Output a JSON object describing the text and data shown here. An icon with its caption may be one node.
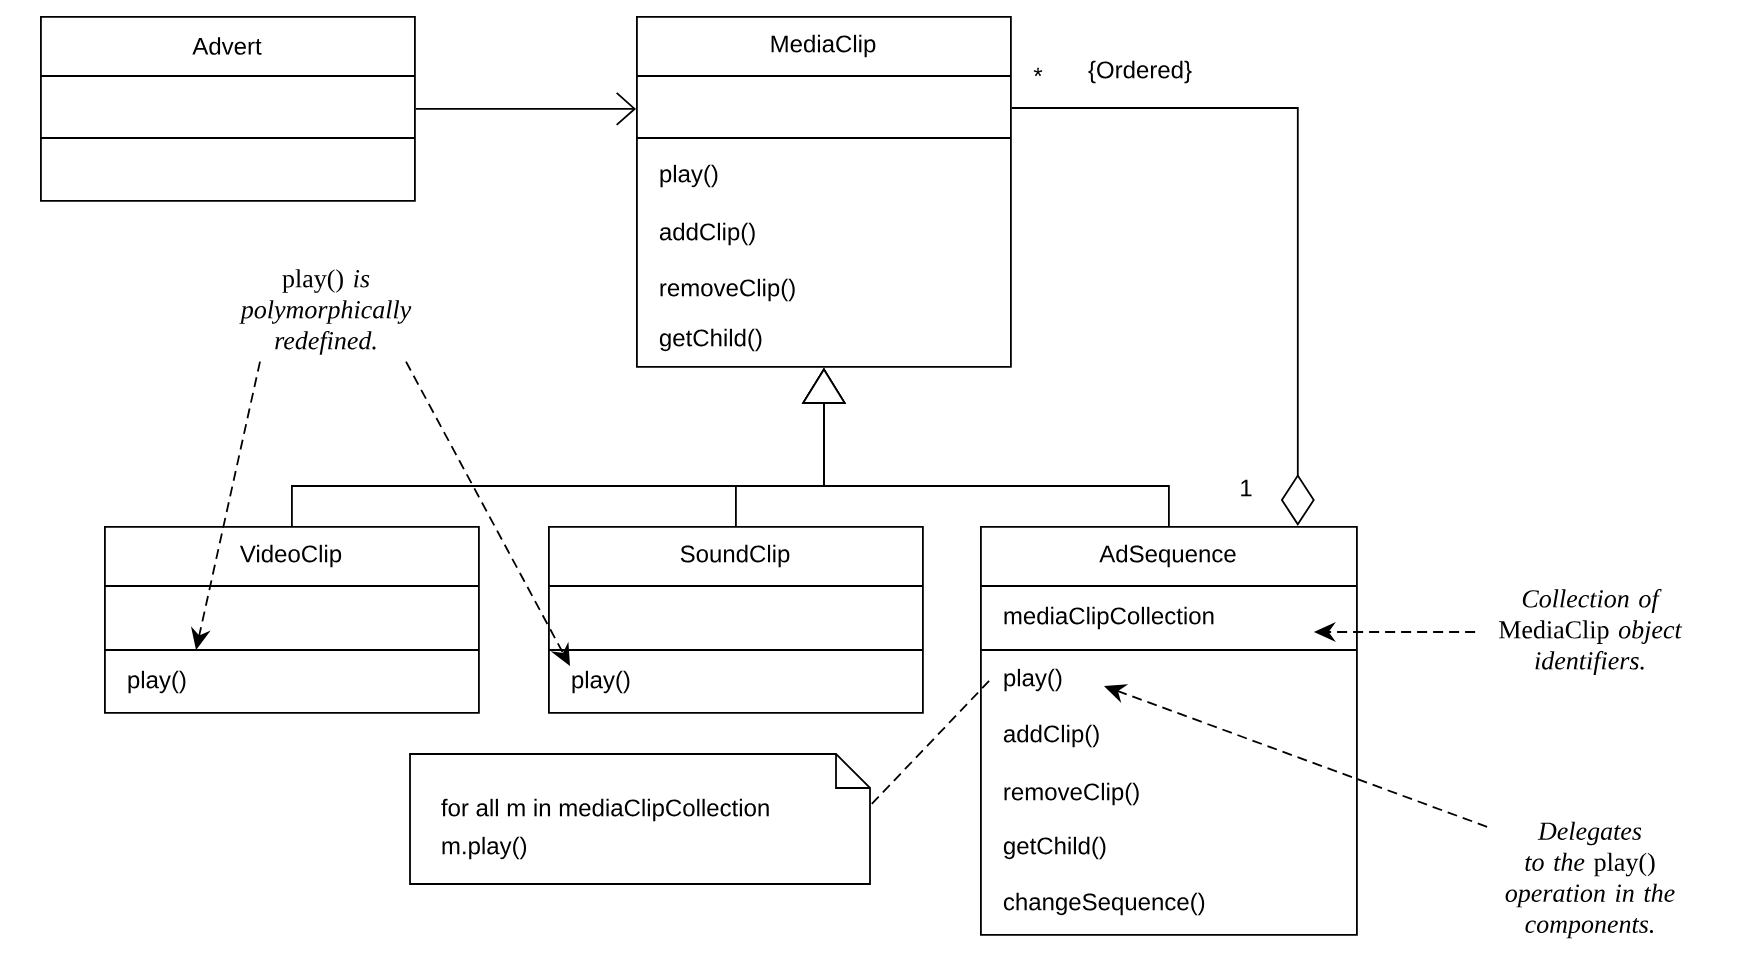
{
  "diagram": {
    "nodes": [
      {
        "text": [
          "Advert"
        ]
      },
      {
        "text": [
          "MediaClip",
          "play()",
          "addClip()",
          "removeClip()",
          "getChild()"
        ]
      },
      {
        "text": [
          "VideoClip",
          "play()"
        ]
      },
      {
        "text": [
          "SoundClip",
          "play()"
        ]
      },
      {
        "text": [
          "AdSequence",
          "mediaClipCollection",
          "play()",
          "addClip()",
          "removeClip()",
          "getChild()",
          "changeSequence()"
        ]
      },
      {
        "text": [
          "play() *is polymorphically redefined.*"
        ]
      },
      {
        "text": [
          "for all m in mediaClipCollection",
          "m.play()"
        ]
      },
      {
        "text": [
          "*Collection of* MediaClip *object identifiers.*"
        ]
      },
      {
        "text": [
          "*Delegates to the* play() *operation in the components.*"
        ]
      }
    ],
    "edges": [
      {
        "from": 0,
        "to": 1,
        "arrow": "to"
      },
      {
        "from": 2,
        "to": 1,
        "arrow": "to"
      },
      {
        "from": 3,
        "to": 1,
        "arrow": "to"
      },
      {
        "from": 4,
        "to": 1,
        "arrow": "to"
      },
      {
        "from": 1,
        "to": 4,
        "arrow": "other"
      },
      {
        "from": 5,
        "to": 2,
        "arrow": "to",
        "style": "dashed"
      },
      {
        "from": 5,
        "to": 3,
        "arrow": "to",
        "style": "dashed"
      },
      {
        "from": 6,
        "to": 4,
        "arrow": "none",
        "style": "dashed"
      },
      {
        "from": 7,
        "to": 4,
        "arrow": "to",
        "style": "dashed"
      },
      {
        "from": 8,
        "to": 4,
        "arrow": "to",
        "style": "dashed"
      }
    ],
    "labels": [
      "*",
      "{Ordered}",
      "1"
    ]
  }
}
